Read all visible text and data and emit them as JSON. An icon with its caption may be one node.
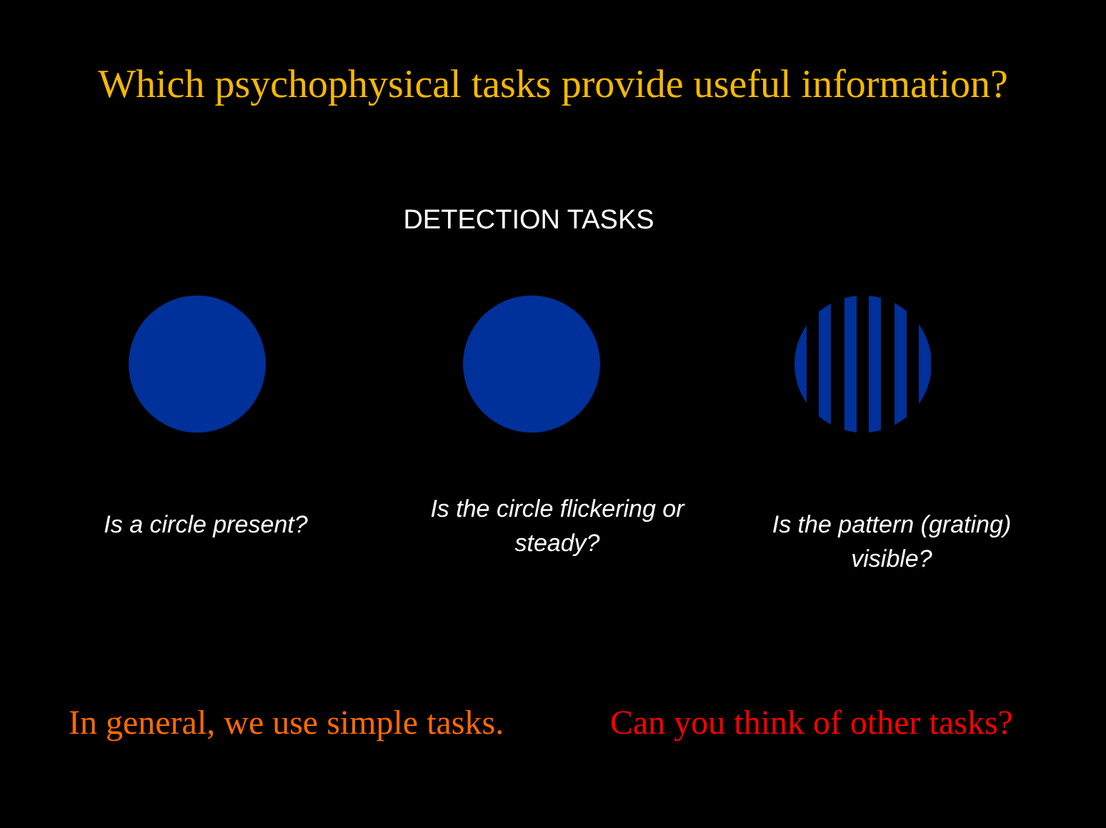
{
  "diagram": {
    "title": "Which psychophysical tasks provide useful information?",
    "nodes": [
      {
        "text": [],
        "shape": "circle",
        "beside": [
          "Is a circle present?"
        ]
      },
      {
        "text": [],
        "shape": "circle",
        "beside": [
          "Is the circle flickering or steady?"
        ]
      },
      {
        "text": [],
        "shape": "grating",
        "beside": [
          "Is the pattern (grating) visible?"
        ]
      }
    ],
    "edges": [],
    "labels": [
      "DETECTION TASKS",
      "In general, we use simple tasks.",
      "Can you think of other tasks?"
    ]
  }
}
